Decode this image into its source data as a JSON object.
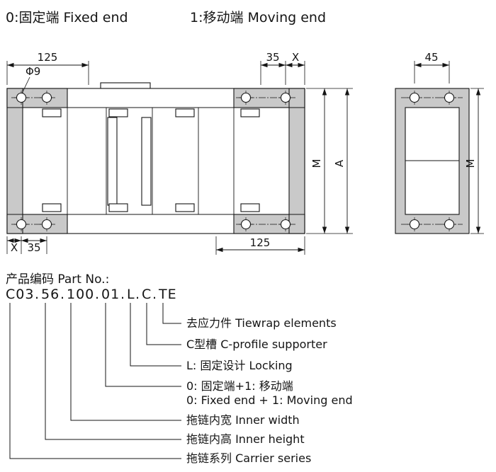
{
  "header": {
    "fixed_end": "0:固定端 Fixed end",
    "moving_end": "1:移动端 Moving end"
  },
  "drawing": {
    "dims": {
      "top_width_125": "125",
      "hole_diameter": "Φ9",
      "top_35": "35",
      "top_x": "X",
      "side_45": "45",
      "main_m": "M",
      "main_a": "A",
      "side_m": "M",
      "bottom_x": "X",
      "bottom_35": "35",
      "bottom_125": "125"
    }
  },
  "part_no": {
    "title": "产品编码 Part No.:",
    "code": "C03.56.100.01.L.C.TE",
    "separator": ".",
    "segments": [
      "C03",
      "56",
      "100",
      "01",
      "L",
      "C",
      "TE"
    ],
    "legend": [
      {
        "line1": "去应力件 Tiewrap elements"
      },
      {
        "line1": "C型槽 C-profile supporter"
      },
      {
        "line1": "L: 固定设计 Locking"
      },
      {
        "line1": "0: 固定端+1: 移动端",
        "line2": "0: Fixed end + 1: Moving end"
      },
      {
        "line1": "拖链内宽 Inner width"
      },
      {
        "line1": "拖链内高 Inner height"
      },
      {
        "line1": "拖链系列 Carrier series"
      }
    ]
  }
}
